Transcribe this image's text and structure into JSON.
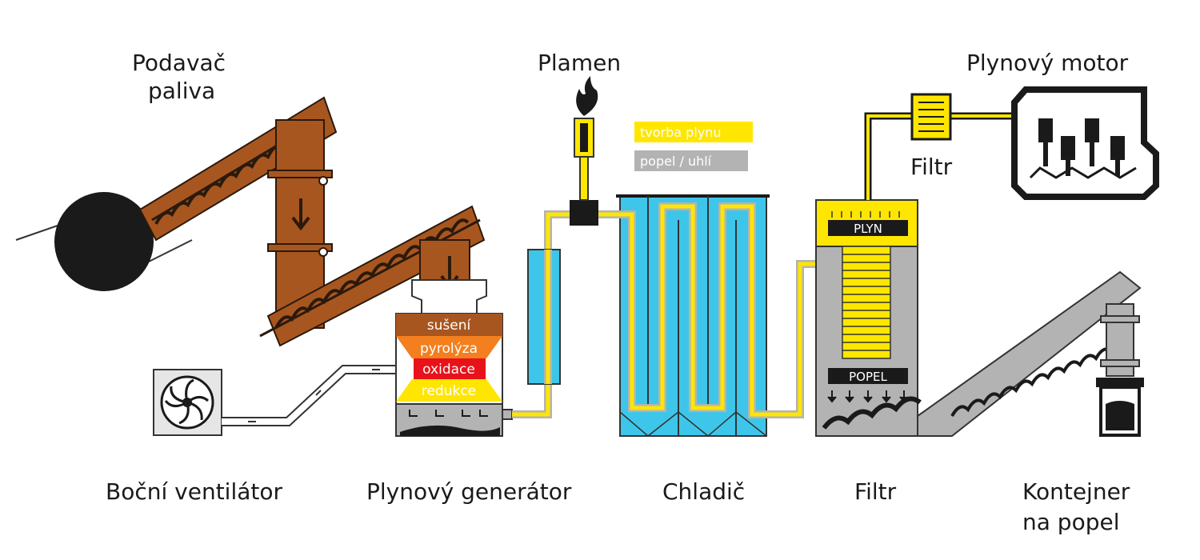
{
  "labels": {
    "feeder_line1": "Podavač",
    "feeder_line2": "paliva",
    "flame": "Plamen",
    "engine": "Plynový motor",
    "filter_top": "Filtr",
    "fan": "Boční ventilátor",
    "generator": "Plynový generátor",
    "cooler": "Chladič",
    "filter": "Filtr",
    "container_line1": "Kontejner",
    "container_line2": "na popel"
  },
  "zones": {
    "drying": "sušení",
    "pyrolysis": "pyrolýza",
    "oxidation": "oxidace",
    "reduction": "redukce"
  },
  "legend": {
    "gas": "tvorba plynu",
    "ash": "popel / uhlí"
  },
  "filter_tags": {
    "gas": "PLYN",
    "ash": "POPEL"
  },
  "colors": {
    "brown": "#a8561f",
    "yellow": "#ffe600",
    "gray": "#b3b3b3",
    "cyan": "#3ec6ea",
    "red": "#e8131a",
    "orange": "#f37f1e",
    "dark": "#1a1a1a"
  }
}
